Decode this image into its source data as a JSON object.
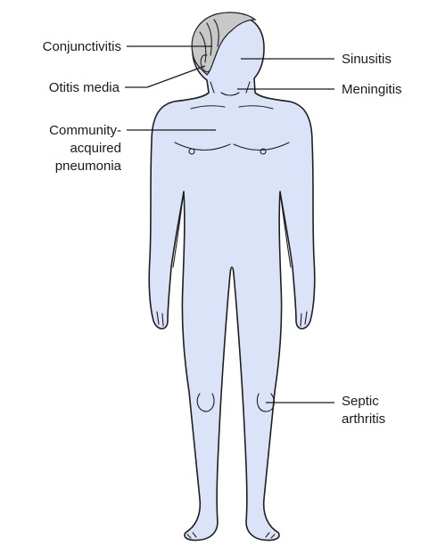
{
  "labels": {
    "conjunctivitis": "Conjunctivitis",
    "otitis_media": "Otitis media",
    "pneumonia": "Community-\nacquired\npneumonia",
    "sinusitis": "Sinusitis",
    "meningitis": "Meningitis",
    "septic_arthritis": "Septic\narthritis"
  },
  "colors": {
    "body_fill": "#dbe3f8",
    "outline": "#1f1f1f",
    "hair": "#c8c8c8"
  }
}
